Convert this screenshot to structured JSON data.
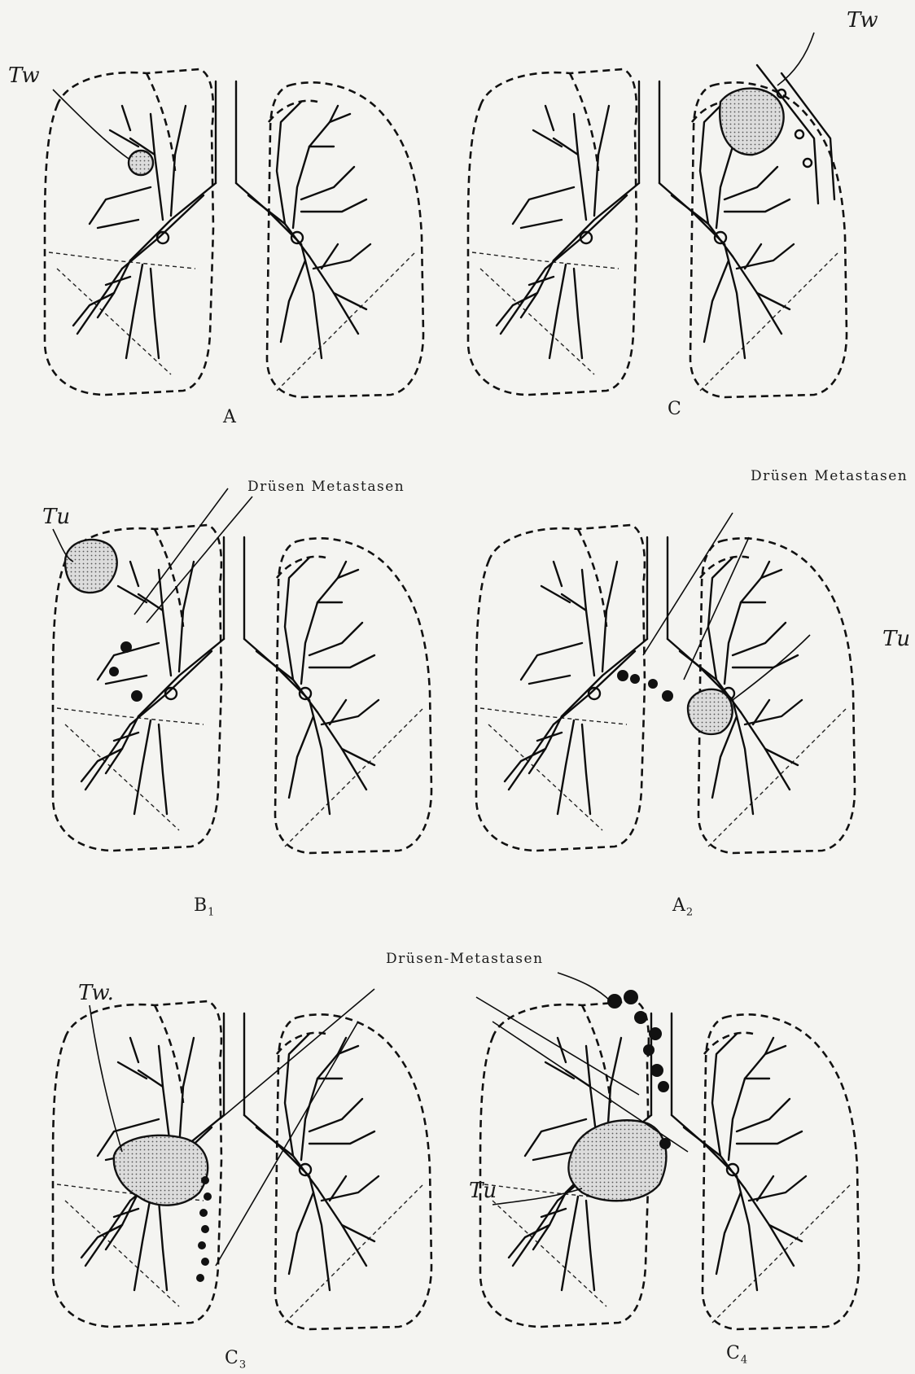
{
  "panels": [
    {
      "id": "A",
      "label": "A",
      "sub": "",
      "tumor_label": "Tw",
      "heading": ""
    },
    {
      "id": "C",
      "label": "C",
      "sub": "",
      "tumor_label": "Tw",
      "heading": ""
    },
    {
      "id": "B1",
      "label": "B",
      "sub": "1",
      "tumor_label": "Tu",
      "heading": "Drüsen Metastasen"
    },
    {
      "id": "A2",
      "label": "A",
      "sub": "2",
      "tumor_label": "Tu",
      "heading": "Drüsen Metastasen"
    },
    {
      "id": "C3",
      "label": "C",
      "sub": "3",
      "tumor_label": "Tw.",
      "heading": "Drüsen-Metastasen"
    },
    {
      "id": "C4",
      "label": "C",
      "sub": "4",
      "tumor_label": "Tu",
      "heading": ""
    }
  ],
  "colors": {
    "paper": "#f4f4f1",
    "ink": "#111111",
    "tumor_fill": "#cfcfcf"
  }
}
